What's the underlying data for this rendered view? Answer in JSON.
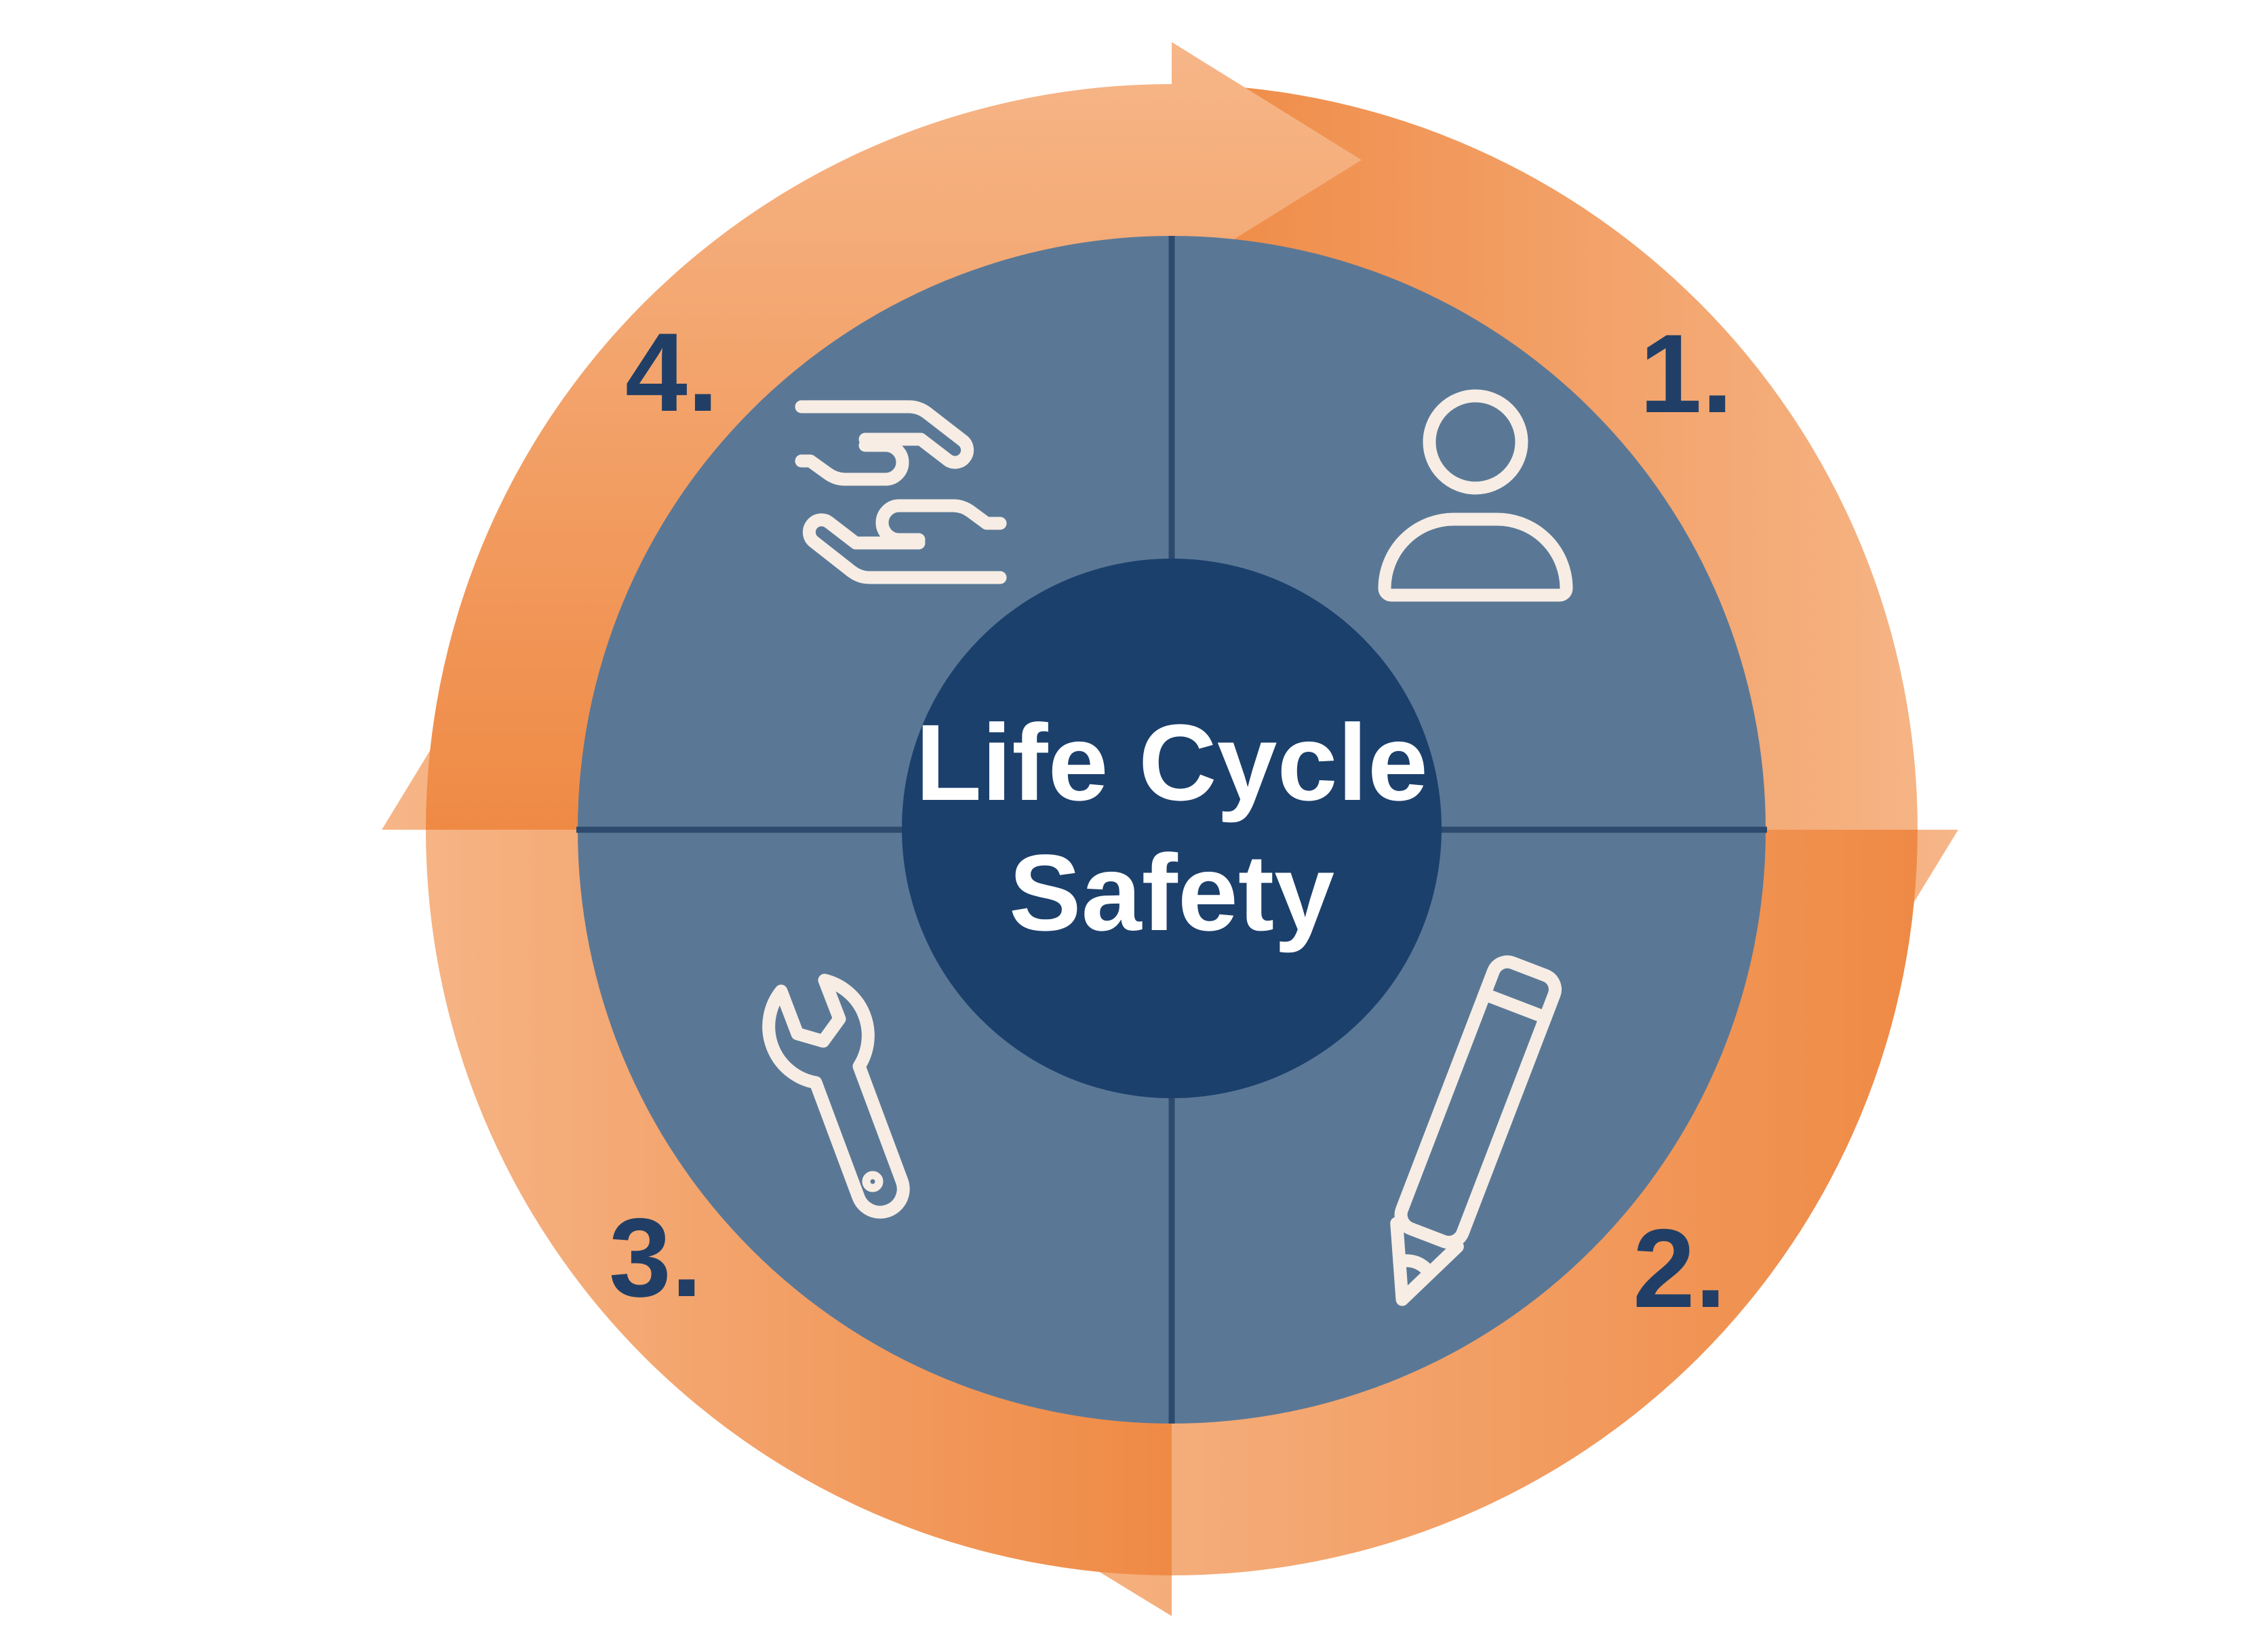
{
  "title": {
    "line1": "Life Cycle",
    "line2": "Safety"
  },
  "steps": [
    {
      "label": "1.",
      "icon": "person-icon"
    },
    {
      "label": "2.",
      "icon": "pencil-icon"
    },
    {
      "label": "3.",
      "icon": "wrench-icon"
    },
    {
      "label": "4.",
      "icon": "handshake-icon"
    }
  ],
  "colors": {
    "ring_light": "#f6b688",
    "ring_dark": "#ef8a45",
    "quadrant": "#5a7896",
    "divider": "#2c4a6e",
    "center": "#1c406c",
    "number": "#213f66",
    "icon_stroke": "#f7ede4",
    "title_text": "#ffffff"
  }
}
